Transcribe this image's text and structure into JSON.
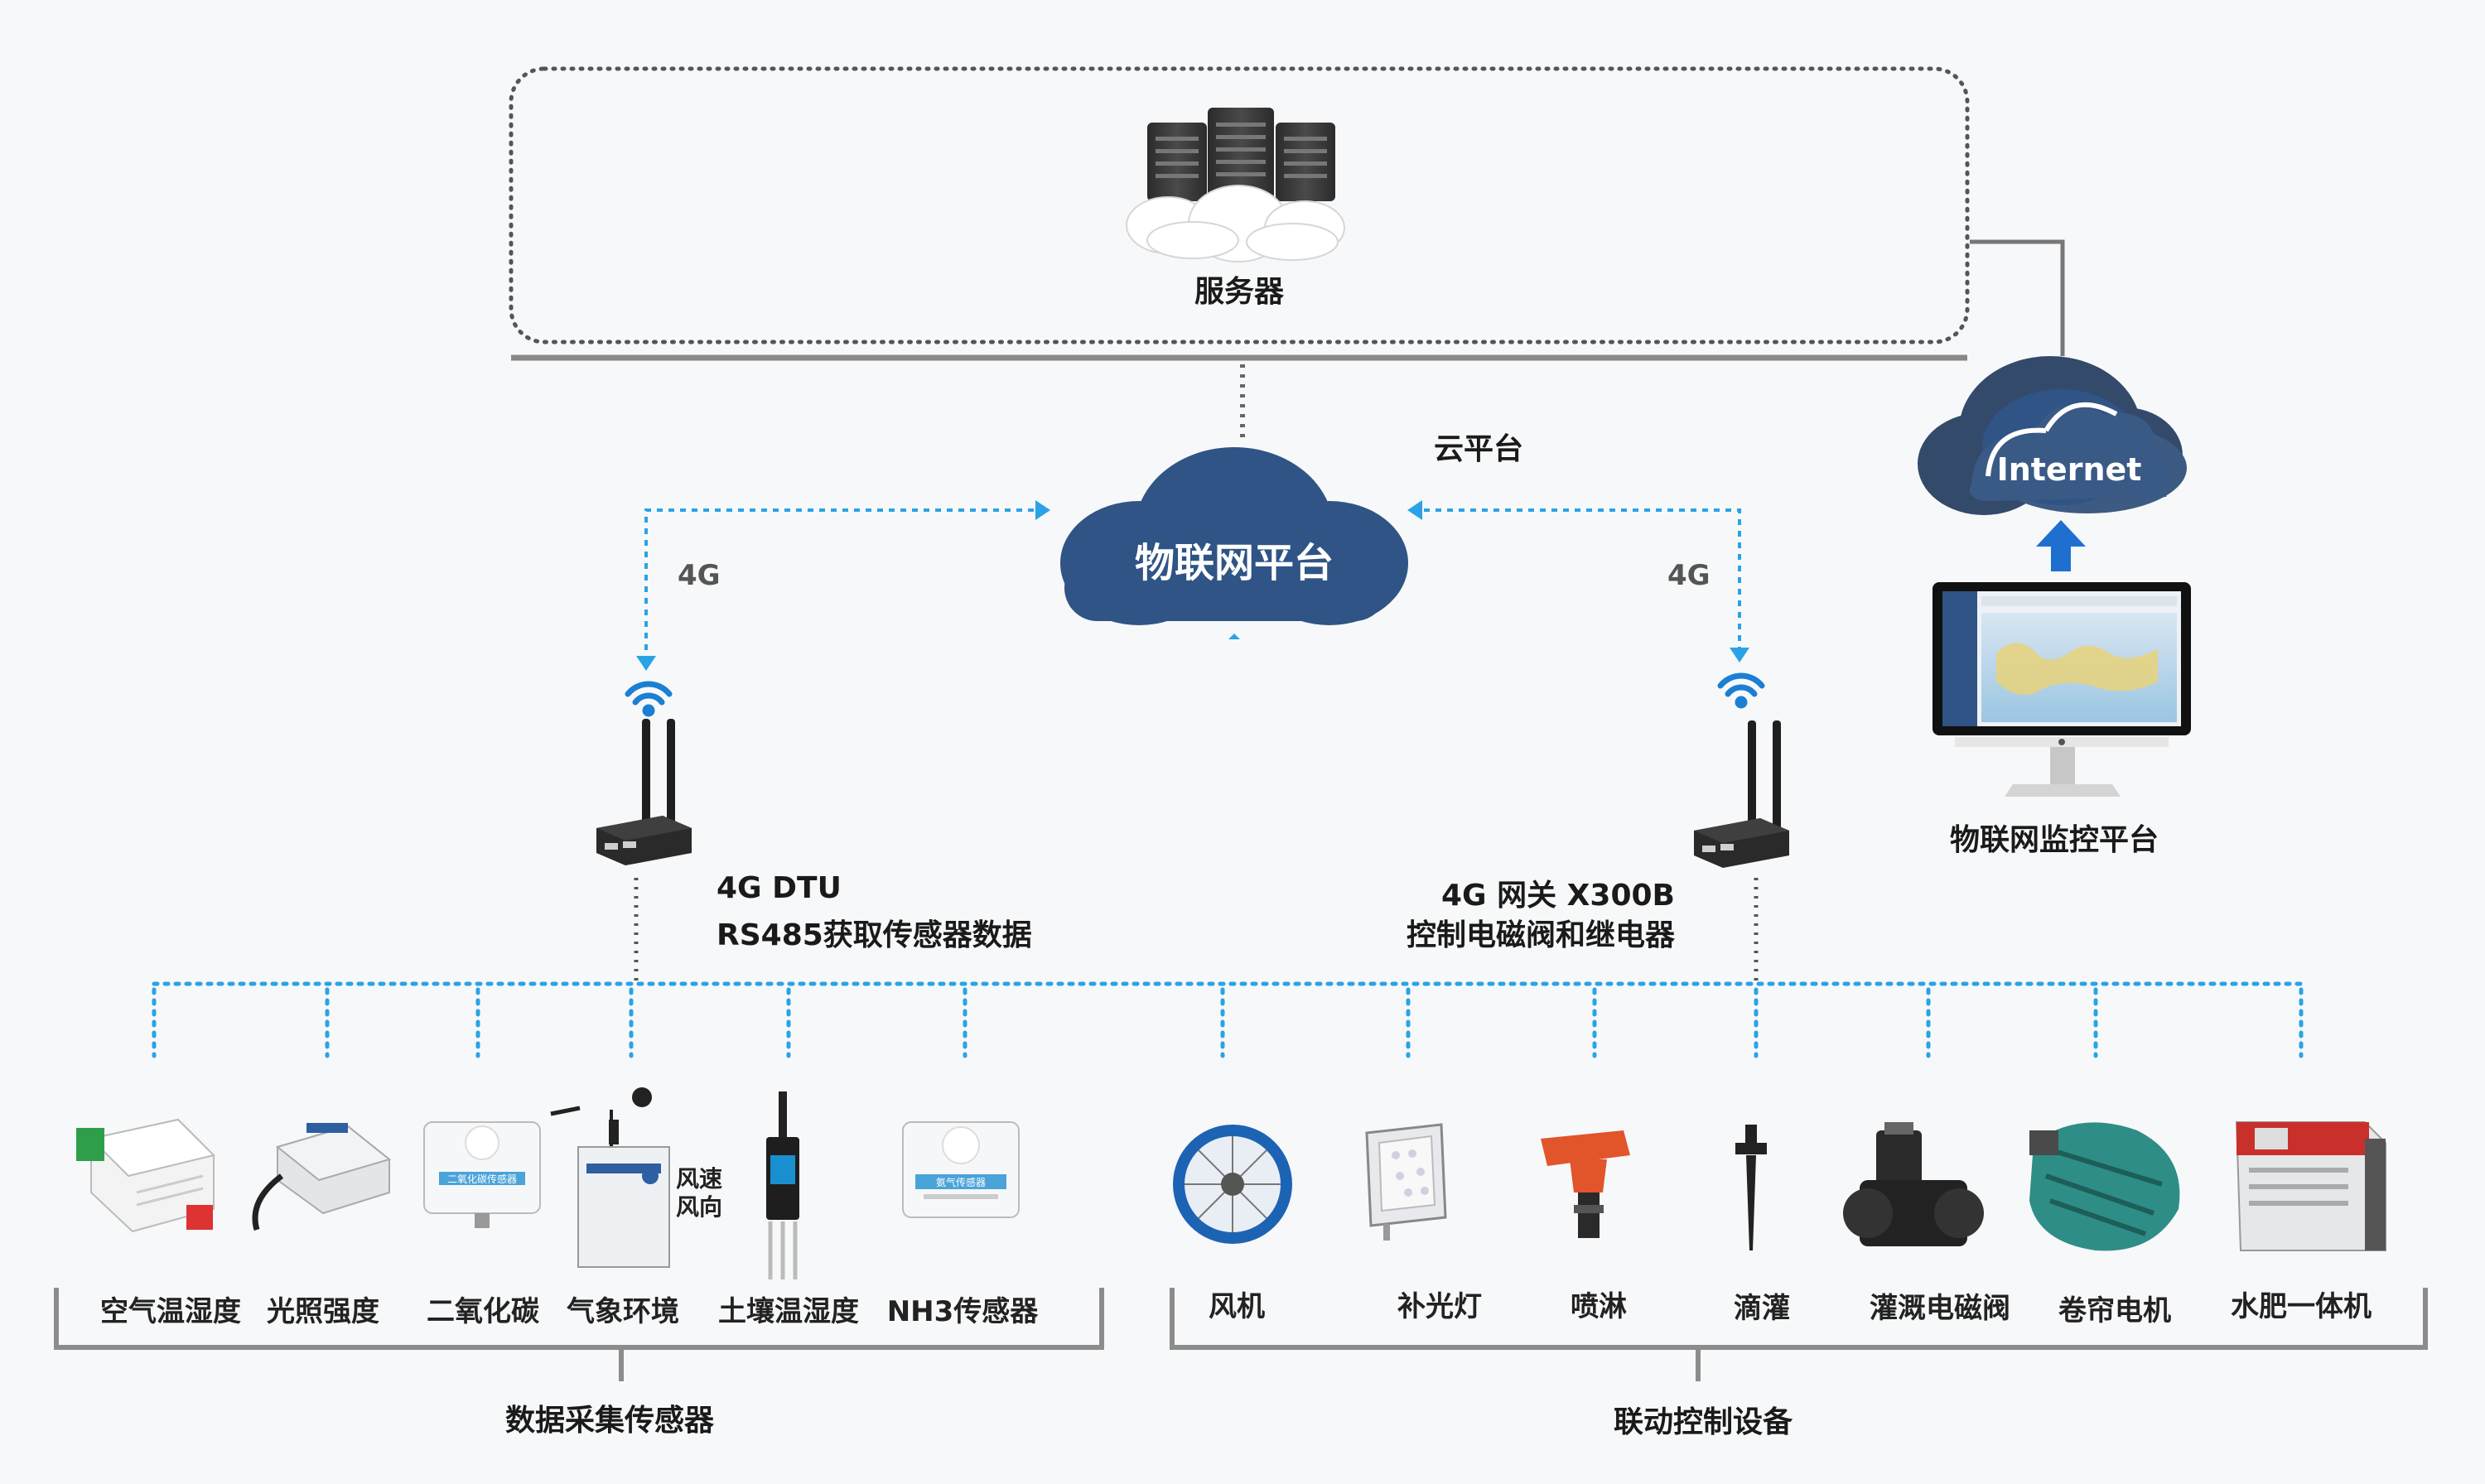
{
  "server": {
    "label": "服务器"
  },
  "cloud_platform": {
    "caption": "云平台",
    "cloud_label": "物联网平台"
  },
  "internet": {
    "label": "Internet"
  },
  "monitor": {
    "label": "物联网监控平台"
  },
  "link_left": {
    "label": "4G"
  },
  "link_right": {
    "label": "4G"
  },
  "dtu": {
    "line1": "4G DTU",
    "line2": "RS485获取传感器数据"
  },
  "gateway": {
    "line1": "4G 网关 X300B",
    "line2": "控制电磁阀和继电器"
  },
  "sensors": {
    "group_label": "数据采集传感器",
    "items": [
      {
        "label": "空气温湿度",
        "icon": "air-temp-humidity-sensor-icon"
      },
      {
        "label": "光照强度",
        "icon": "light-sensor-icon"
      },
      {
        "label": "二氧化碳",
        "icon": "co2-sensor-icon",
        "device_text": "二氧化碳传感器"
      },
      {
        "label": "气象环境",
        "icon": "weather-station-icon",
        "device_text": "风速 风向"
      },
      {
        "label": "土壤温湿度",
        "icon": "soil-sensor-icon"
      },
      {
        "label": "NH3传感器",
        "icon": "nh3-sensor-icon",
        "device_text": "氨气传感器"
      }
    ],
    "wind_label_1": "风速",
    "wind_label_2": "风向"
  },
  "actuators": {
    "group_label": "联动控制设备",
    "items": [
      {
        "label": "风机",
        "icon": "fan-icon"
      },
      {
        "label": "补光灯",
        "icon": "grow-light-icon"
      },
      {
        "label": "喷淋",
        "icon": "sprinkler-icon"
      },
      {
        "label": "滴灌",
        "icon": "drip-irrigation-icon"
      },
      {
        "label": "灌溉电磁阀",
        "icon": "solenoid-valve-icon"
      },
      {
        "label": "卷帘电机",
        "icon": "curtain-motor-icon"
      },
      {
        "label": "水肥一体机",
        "icon": "fertigation-machine-icon"
      }
    ]
  },
  "colors": {
    "cloud": "#2f5485",
    "cloud_dark": "#334a6b",
    "dotted_blue": "#2aa3e6",
    "arrow_blue": "#1f6fd1",
    "line_gray": "#777777",
    "bracket": "#8c8c8c"
  }
}
